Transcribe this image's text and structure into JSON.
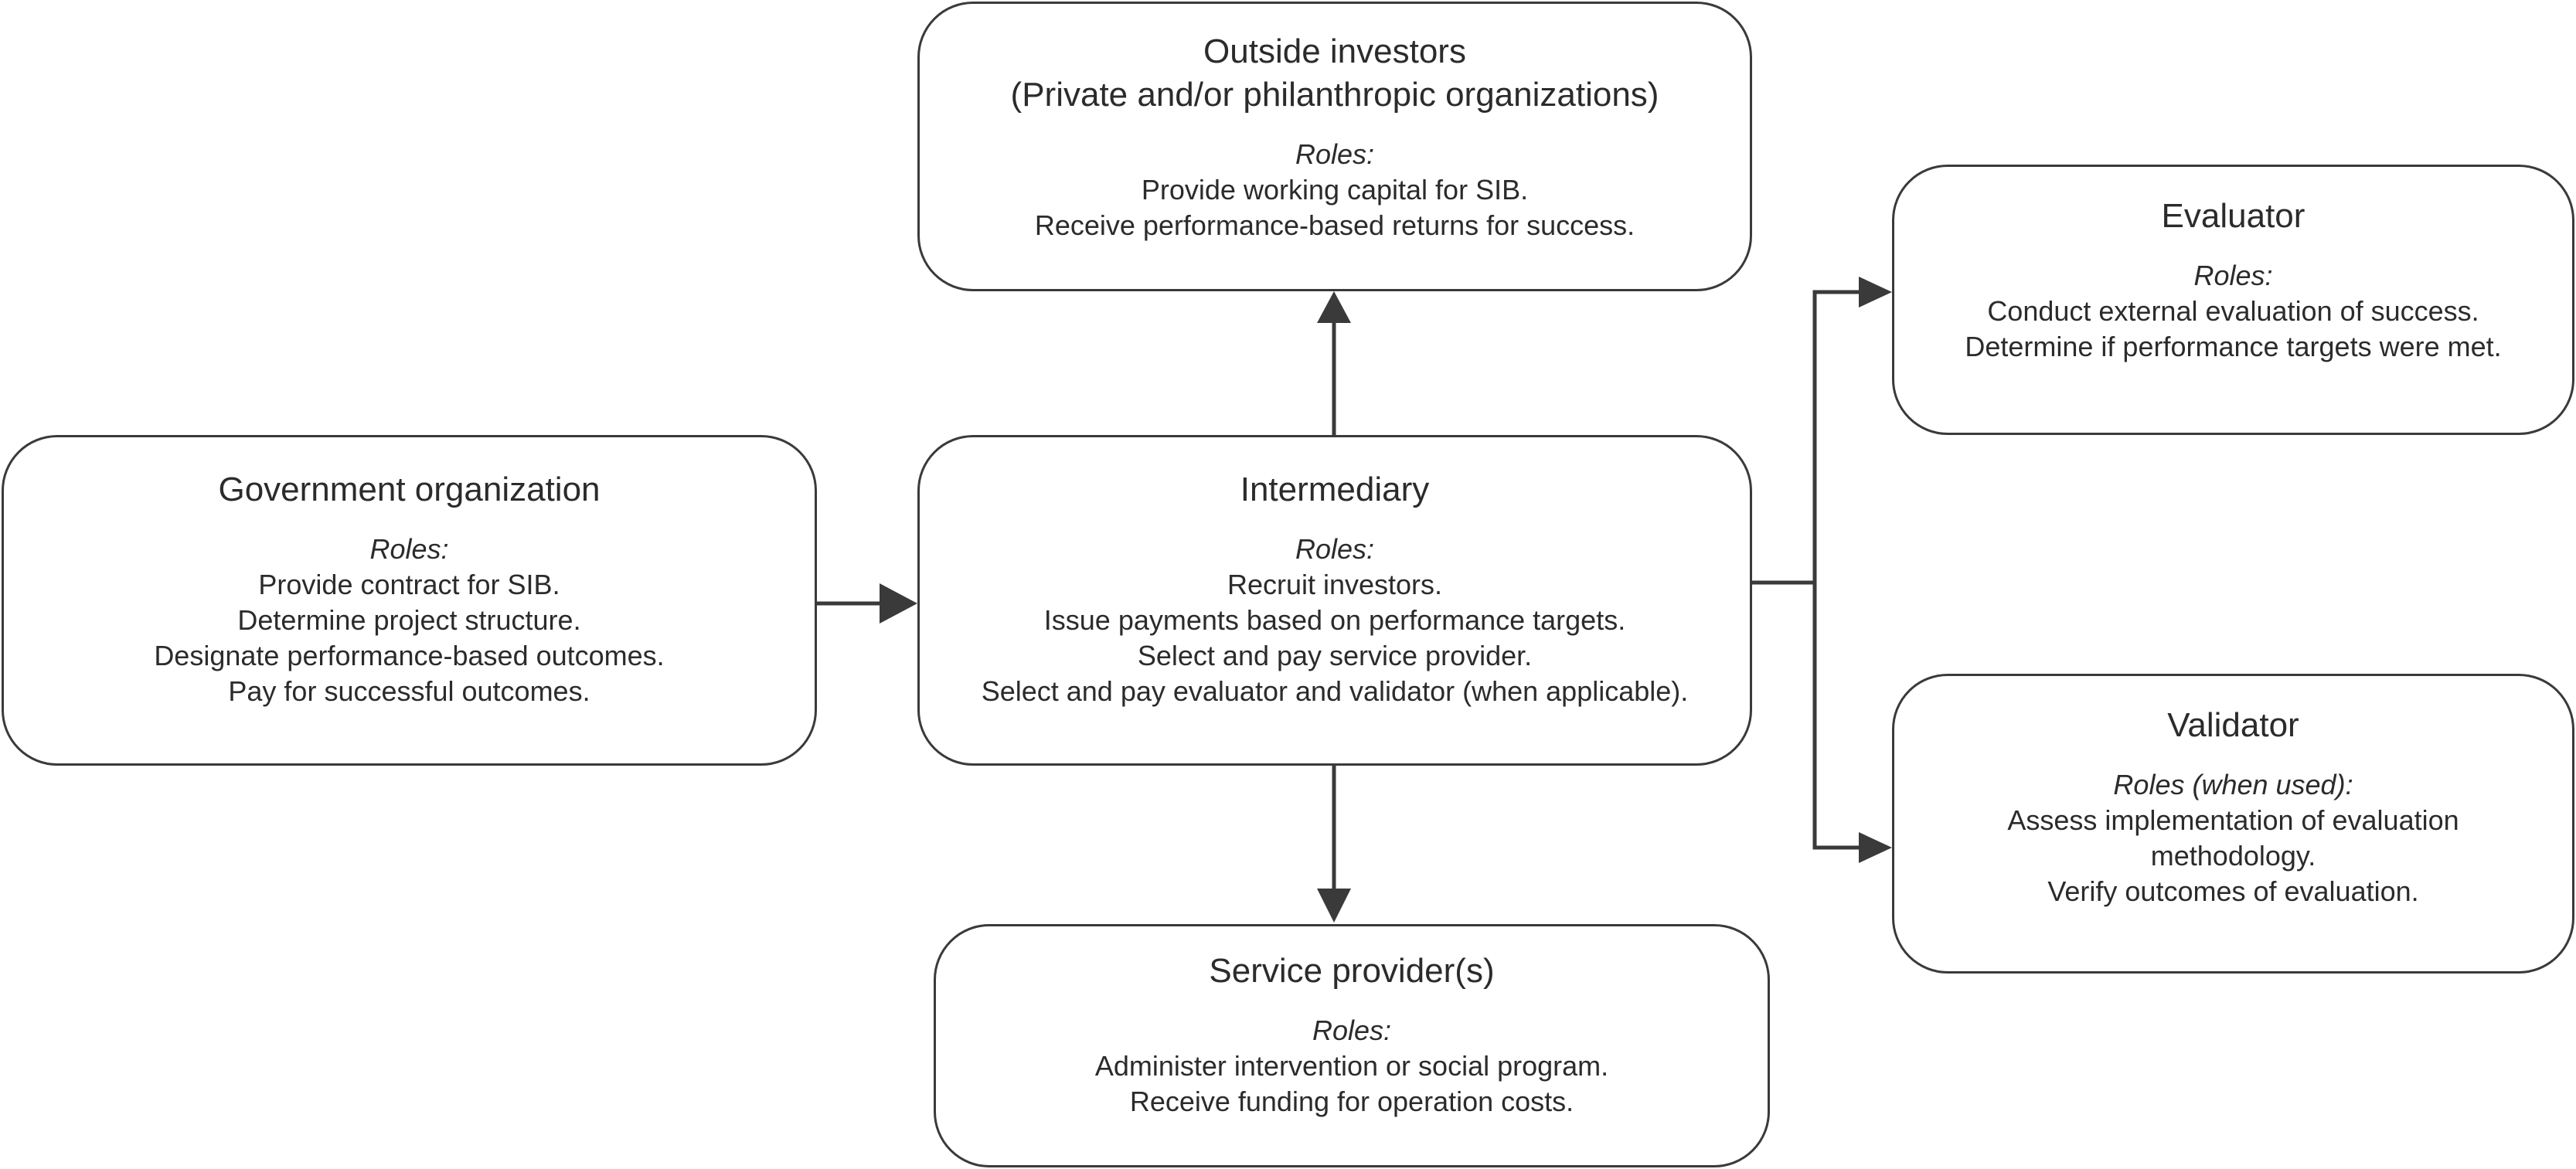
{
  "colors": {
    "line": "#3a3a3a",
    "text": "#2b2b2b",
    "background": "#ffffff"
  },
  "boxes": {
    "investors": {
      "title": [
        "Outside investors",
        "(Private and/or philanthropic organizations)"
      ],
      "roles_label": "Roles:",
      "roles": [
        "Provide working capital for SIB.",
        "Receive performance-based returns for success."
      ]
    },
    "government": {
      "title": [
        "Government organization"
      ],
      "roles_label": "Roles:",
      "roles": [
        "Provide contract for SIB.",
        "Determine project structure.",
        "Designate performance-based outcomes.",
        "Pay for successful outcomes."
      ]
    },
    "intermediary": {
      "title": [
        "Intermediary"
      ],
      "roles_label": "Roles:",
      "roles": [
        "Recruit investors.",
        "Issue payments based on performance targets.",
        "Select and pay service provider.",
        "Select and pay evaluator and validator (when applicable)."
      ]
    },
    "evaluator": {
      "title": [
        "Evaluator"
      ],
      "roles_label": "Roles:",
      "roles": [
        "Conduct external evaluation of success.",
        "Determine if performance targets were met."
      ]
    },
    "validator": {
      "title": [
        "Validator"
      ],
      "roles_label": "Roles (when used):",
      "roles": [
        "Assess implementation of evaluation",
        "methodology.",
        "Verify outcomes of evaluation."
      ]
    },
    "provider": {
      "title": [
        "Service provider(s)"
      ],
      "roles_label": "Roles:",
      "roles": [
        "Administer intervention or social program.",
        "Receive funding for operation costs."
      ]
    }
  },
  "connectors": [
    {
      "from": "government",
      "to": "intermediary"
    },
    {
      "from": "intermediary",
      "to": "investors"
    },
    {
      "from": "intermediary",
      "to": "provider"
    },
    {
      "from": "intermediary",
      "to": "evaluator"
    },
    {
      "from": "intermediary",
      "to": "validator"
    }
  ]
}
